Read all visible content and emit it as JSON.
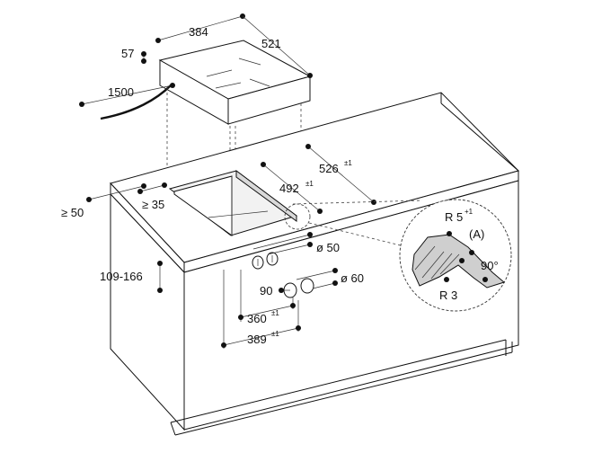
{
  "dimensions": {
    "d384": "384",
    "d521": "521",
    "d57": "57",
    "d1500": "1500",
    "d526": "526",
    "d526_tol": "±1",
    "d492": "492",
    "d492_tol": "±1",
    "d50": "≥ 50",
    "d35": "≥ 35",
    "d109": "109-166",
    "dia50": "ø 50",
    "dia60": "ø 60",
    "d90": "90",
    "d360": "360",
    "d360_tol": "±1",
    "d389": "389",
    "d389_tol": "±1"
  },
  "detail": {
    "r5": "R 5",
    "r5_tol": "+1",
    "r3": "R 3",
    "label_a": "(A)",
    "angle": "90°"
  }
}
